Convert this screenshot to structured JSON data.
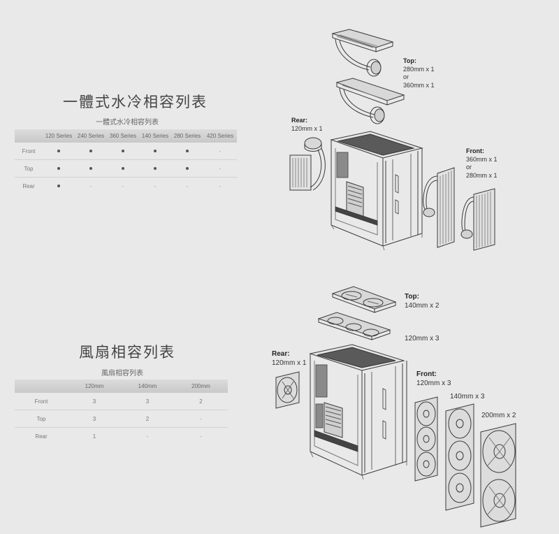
{
  "water_cooling": {
    "title": "一體式水冷相容列表",
    "caption": "一體式水冷相容列表",
    "columns": [
      "",
      "120 Series",
      "240 Series",
      "360 Series",
      "140 Series",
      "280 Series",
      "420 Series"
    ],
    "rows": [
      {
        "label": "Front",
        "values": [
          "dot",
          "dot",
          "dot",
          "dot",
          "dot",
          "-"
        ]
      },
      {
        "label": "Top",
        "values": [
          "dot",
          "dot",
          "dot",
          "dot",
          "dot",
          "-"
        ]
      },
      {
        "label": "Rear",
        "values": [
          "dot",
          "-",
          "-",
          "-",
          "-",
          "-"
        ]
      }
    ],
    "diagram_labels": {
      "top": {
        "heading": "Top:",
        "lines": [
          "280mm x 1",
          "or",
          "360mm x 1"
        ]
      },
      "rear": {
        "heading": "Rear:",
        "lines": [
          "120mm x 1"
        ]
      },
      "front": {
        "heading": "Front:",
        "lines": [
          "360mm x 1",
          "or",
          "280mm x 1"
        ]
      }
    }
  },
  "fans": {
    "title": "風扇相容列表",
    "caption": "風扇相容列表",
    "columns": [
      "",
      "120mm",
      "140mm",
      "200mm"
    ],
    "rows": [
      {
        "label": "Front",
        "values": [
          "3",
          "3",
          "2"
        ]
      },
      {
        "label": "Top",
        "values": [
          "3",
          "2",
          "-"
        ]
      },
      {
        "label": "Rear",
        "values": [
          "1",
          "-",
          "-"
        ]
      }
    ],
    "diagram_labels": {
      "top_heading": "Top:",
      "top_140": "140mm x 2",
      "top_120": "120mm x 3",
      "rear_heading": "Rear:",
      "rear_120": "120mm x 1",
      "front_heading": "Front:",
      "front_120": "120mm x 3",
      "front_140": "140mm x 3",
      "front_200": "200mm x 2"
    }
  },
  "colors": {
    "background": "#e9e9e9",
    "header_band": "#cfcfcf",
    "text": "#555555",
    "line_art": "#3a3a3a"
  }
}
